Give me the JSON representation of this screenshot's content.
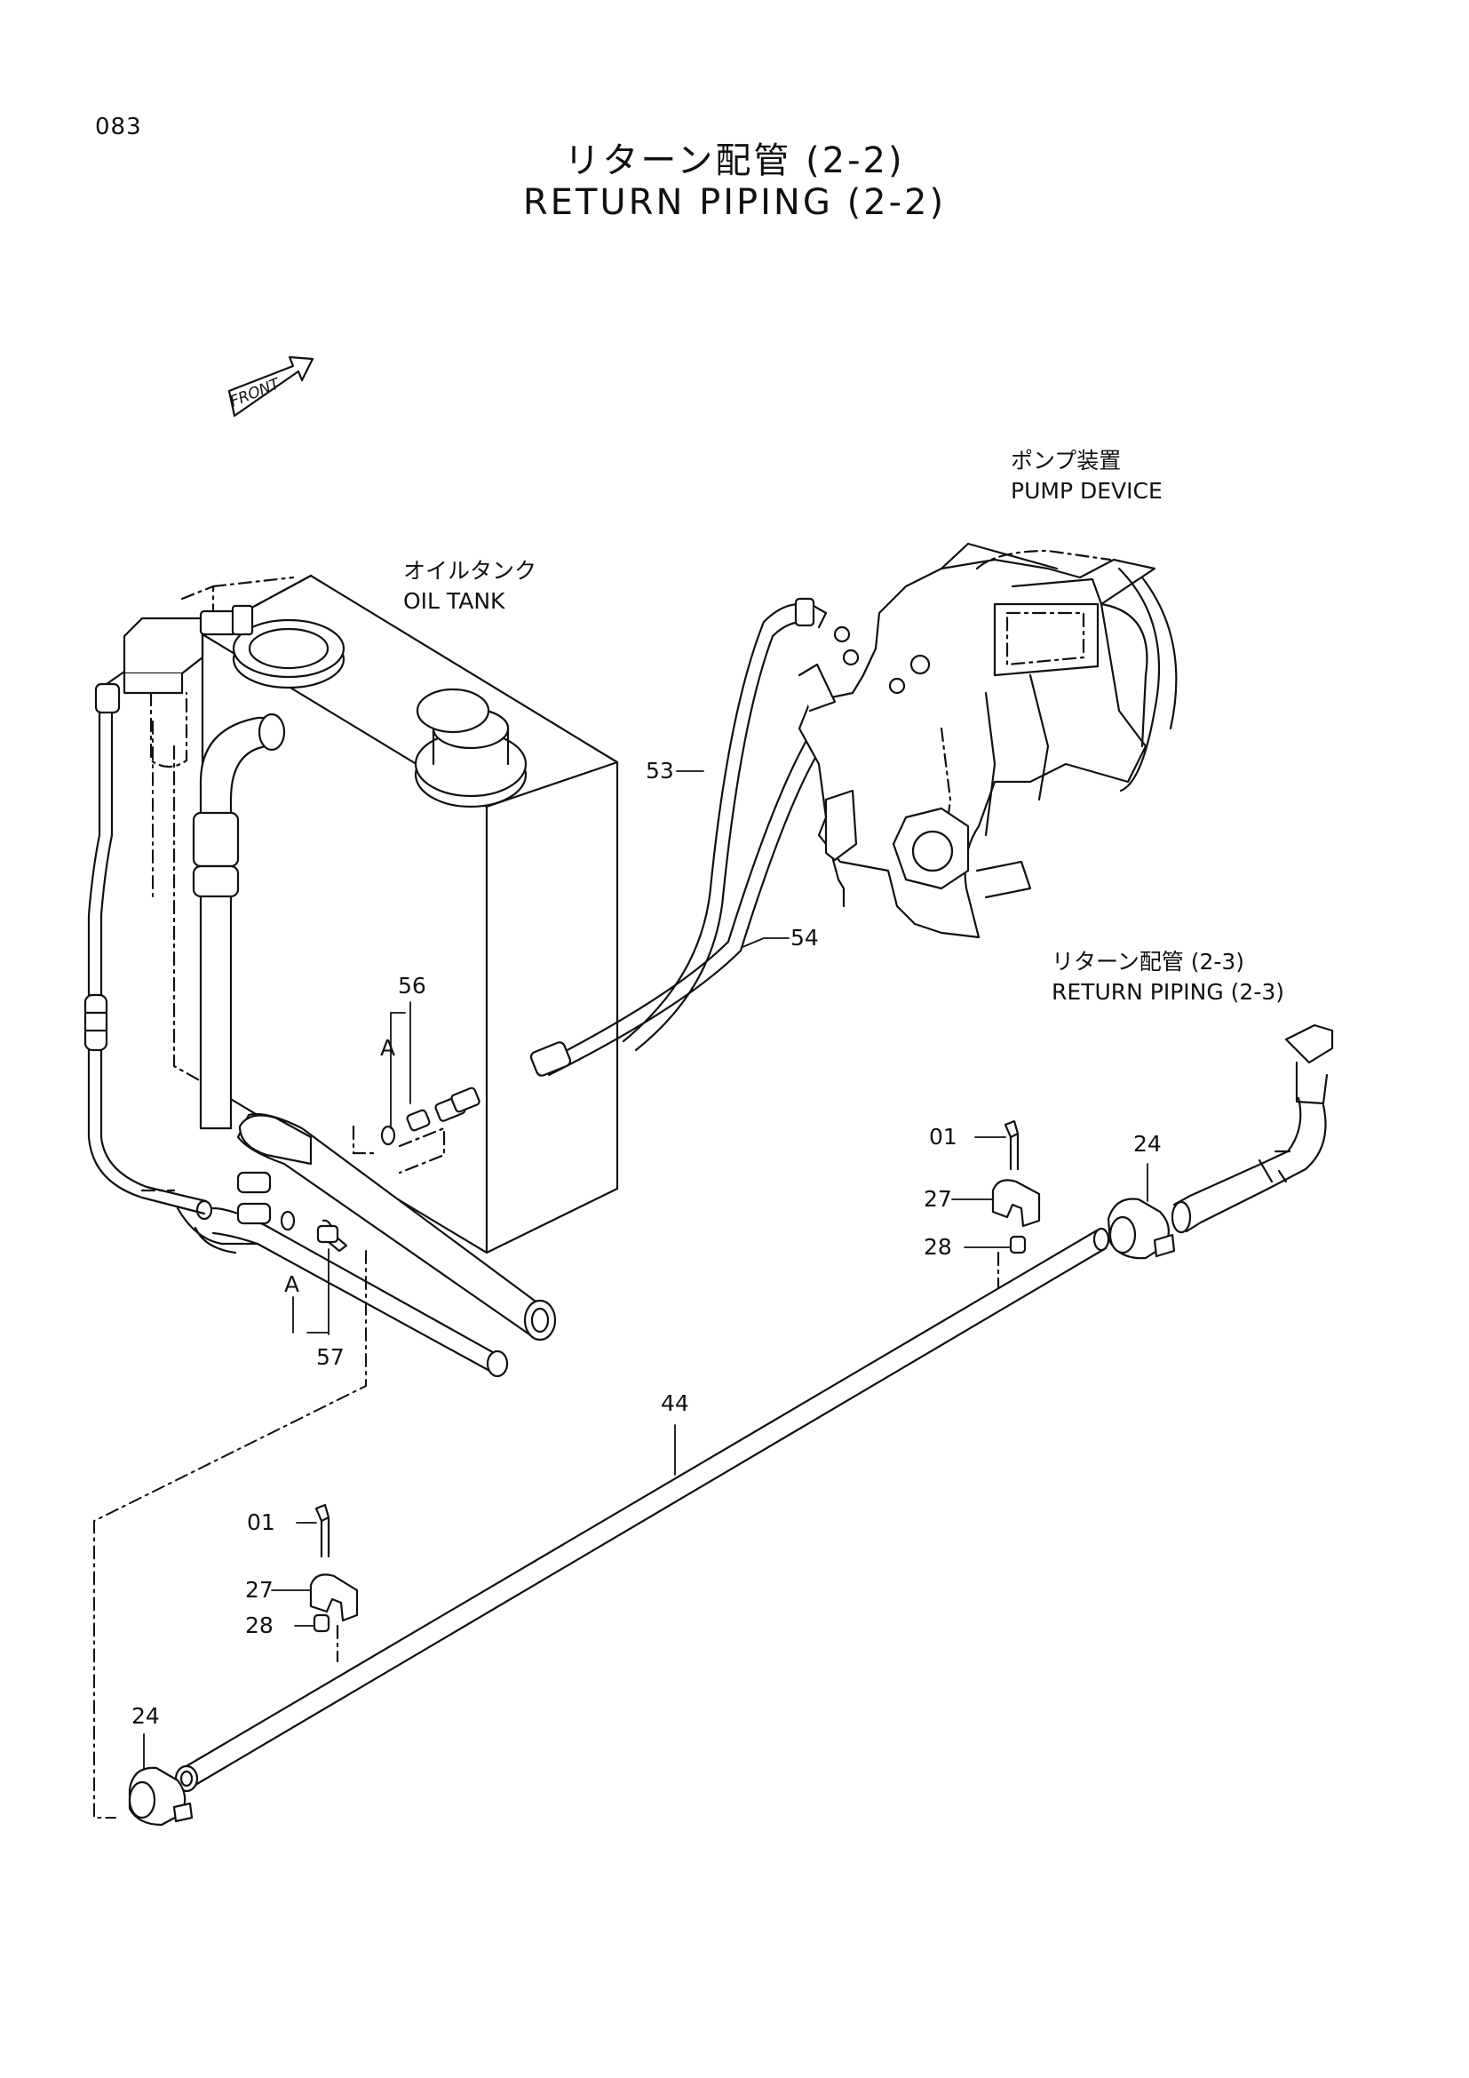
{
  "page": {
    "number": "083",
    "title_jp": "リターン配管 (2-2)",
    "title_en": "RETURN PIPING (2-2)"
  },
  "labels": {
    "front": "FRONT",
    "pump_jp": "ポンプ装置",
    "pump_en": "PUMP DEVICE",
    "tank_jp": "オイルタンク",
    "tank_en": "OIL TANK",
    "ref_jp": "リターン配管 (2-3)",
    "ref_en": "RETURN PIPING (2-3)"
  },
  "callouts": {
    "p53": "53",
    "p54": "54",
    "p56": "56",
    "p57": "57",
    "a_upper": "A",
    "a_lower": "A",
    "p01_right": "01",
    "p27_right": "27",
    "p28_right": "28",
    "p24_right": "24",
    "p44": "44",
    "p01_left": "01",
    "p27_left": "27",
    "p28_left": "28",
    "p24_left": "24"
  }
}
